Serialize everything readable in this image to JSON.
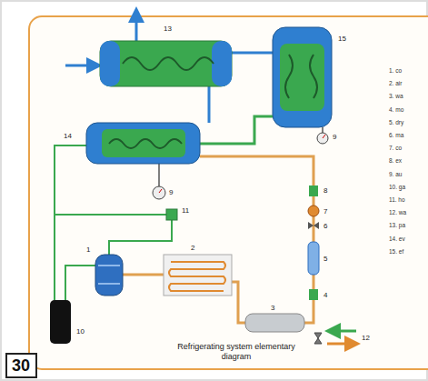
{
  "diagram": {
    "caption": "Refrigerating system elementary diagram",
    "nodes": [
      {
        "text": [
          "30"
        ]
      }
    ],
    "labels": [
      "13",
      "15",
      "9",
      "14",
      "9",
      "11",
      "8",
      "7",
      "6",
      "5",
      "4",
      "1",
      "2",
      "3",
      "12",
      "10",
      "1. co",
      "2. air",
      "3. wa",
      "4. mo",
      "5. dry",
      "6. ma",
      "7. co",
      "8. ex",
      "9. au",
      "10. ga",
      "11. ho",
      "12. wa",
      "13. pa",
      "14. ev",
      "15. ef"
    ]
  }
}
